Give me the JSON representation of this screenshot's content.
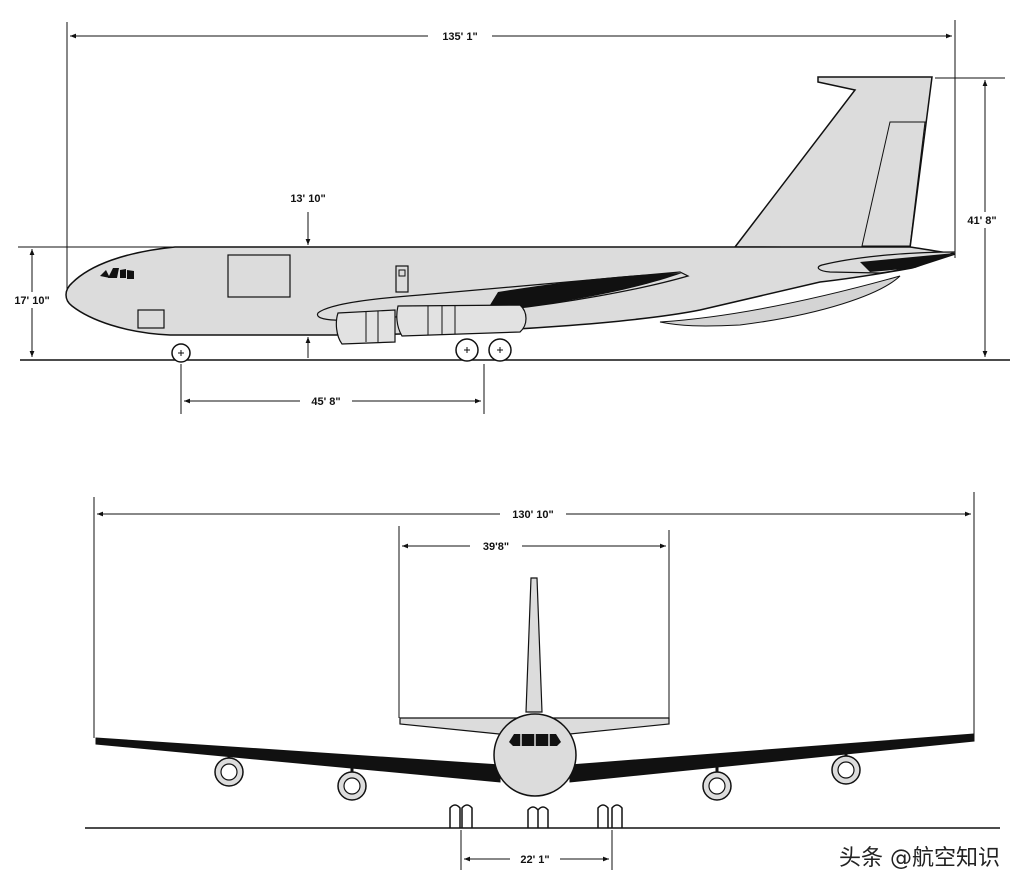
{
  "side_view": {
    "overall_length": "135' 1\"",
    "overall_height": "41' 8\"",
    "fuselage_height": "17' 10\"",
    "fuselage_depth": "13' 10\"",
    "wheelbase": "45' 8\""
  },
  "front_view": {
    "wingspan": "130' 10\"",
    "tailplane_span": "39'8\"",
    "main_gear_track": "22' 1\""
  },
  "watermark": {
    "text": "头条 @航空知识"
  },
  "colors": {
    "airframe_fill": "#dcdcdc",
    "line": "#111111",
    "background": "#ffffff"
  }
}
